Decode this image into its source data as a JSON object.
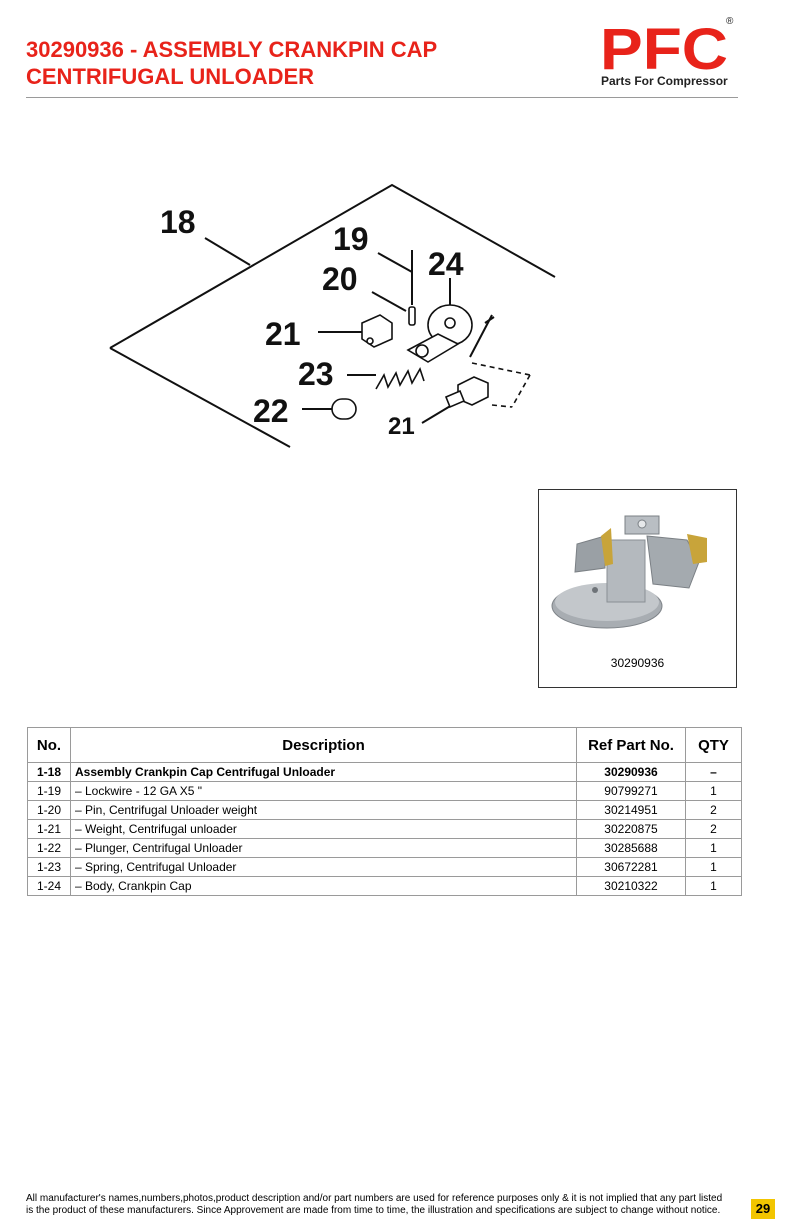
{
  "header": {
    "title_line1": "30290936 - ASSEMBLY CRANKPIN CAP",
    "title_line2": "CENTRIFUGAL UNLOADER",
    "logo_text": "PFC",
    "logo_registered": "®",
    "logo_tagline": "Parts For Compressor",
    "brand_color": "#e8231a"
  },
  "diagram": {
    "callouts": [
      "18",
      "19",
      "20",
      "24",
      "21",
      "23",
      "22",
      "21"
    ]
  },
  "photo": {
    "caption": "30290936"
  },
  "table": {
    "headers": [
      "No.",
      "Description",
      "Ref Part No.",
      "QTY"
    ],
    "rows": [
      {
        "no": "1-18",
        "desc": "Assembly Crankpin Cap Centrifugal Unloader",
        "ref": "30290936",
        "qty": "–"
      },
      {
        "no": "1-19",
        "desc": "– Lockwire - 12 GA X5 \"",
        "ref": "90799271",
        "qty": "1"
      },
      {
        "no": "1-20",
        "desc": "– Pin, Centrifugal Unloader weight",
        "ref": "30214951",
        "qty": "2"
      },
      {
        "no": "1-21",
        "desc": "– Weight, Centrifugal unloader",
        "ref": "30220875",
        "qty": "2"
      },
      {
        "no": "1-22",
        "desc": "– Plunger, Centrifugal Unloader",
        "ref": "30285688",
        "qty": "1"
      },
      {
        "no": "1-23",
        "desc": "– Spring, Centrifugal Unloader",
        "ref": "30672281",
        "qty": "1"
      },
      {
        "no": "1-24",
        "desc": "– Body, Crankpin Cap",
        "ref": "30210322",
        "qty": "1"
      }
    ]
  },
  "footer": {
    "line1": "All manufacturer's names,numbers,photos,product description and/or part numbers are used for reference purposes only & it is not implied that any part listed",
    "line2": "is the product of these manufacturers.  Since Approvement are made from time to time,  the illustration and specifications are subject to change without notice.",
    "page_number": "29",
    "page_badge_color": "#f2c500"
  }
}
